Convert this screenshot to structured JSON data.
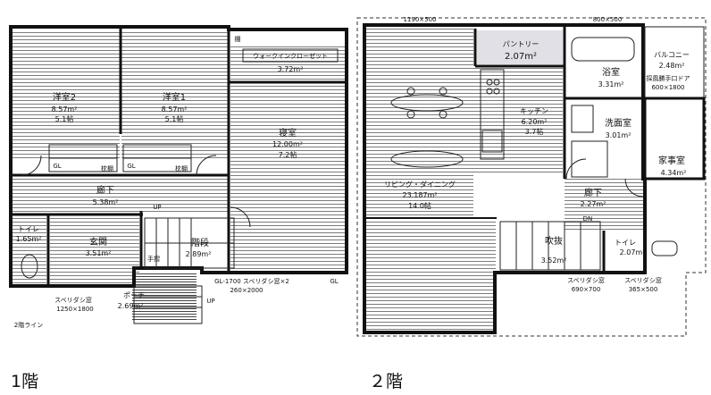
{
  "floor1": {
    "caption": "1階",
    "rooms": [
      {
        "name": "洋室2",
        "area": "8.57m²",
        "tatami": "5.1帖"
      },
      {
        "name": "洋室1",
        "area": "8.57m²",
        "tatami": "5.1帖"
      },
      {
        "name": "寝室",
        "area": "12.00m²",
        "tatami": "7.2帖"
      },
      {
        "name": "ウォークインクローゼット",
        "area": "3.72m²"
      },
      {
        "name": "廊下",
        "area": "5.38m²"
      },
      {
        "name": "トイレ",
        "area": "1.65m²"
      },
      {
        "name": "玄関",
        "area": "3.51m²"
      },
      {
        "name": "階段",
        "area": "2.89m²"
      },
      {
        "name": "ポーチ",
        "area": "2.69m²"
      }
    ],
    "notes": {
      "tana": "棚",
      "gl": "GL",
      "makura": "枕棚",
      "up1": "UP",
      "up2": "UP",
      "tesuri": "手摺",
      "window": "GL-1700 スベリダシ窓×2",
      "window_size": "260×2000",
      "entrance_window": "スベリダシ窓",
      "entrance_window_size": "1250×1800",
      "gl_right": "GL",
      "line2f": "2階ライン"
    }
  },
  "floor2": {
    "caption": "２階",
    "rooms": [
      {
        "name": "パントリー",
        "area": "2.07m²"
      },
      {
        "name": "浴室",
        "area": "3.31m²"
      },
      {
        "name": "バルコニー",
        "area": "2.48m²"
      },
      {
        "name": "キッチン",
        "area": "6.20m²",
        "tatami": "3.7帖"
      },
      {
        "name": "洗面室",
        "area": "3.01m²"
      },
      {
        "name": "家事室",
        "area": "4.34m²"
      },
      {
        "name": "リビング・ダイニング",
        "area": "23.187m²",
        "tatami": "14.0帖"
      },
      {
        "name": "廊下",
        "area": "2.27m²"
      },
      {
        "name": "吹抜",
        "area": "3.52m²"
      },
      {
        "name": "トイレ",
        "area": "2.07m²"
      }
    ],
    "notes": {
      "top_dim": "1190×500",
      "top_dim2": "800×500",
      "balcony_rail": "採風勝手口ドア",
      "balcony_size": "600×1800",
      "dn": "DN",
      "win1": "スベリダシ窓",
      "win1_size": "690×700",
      "win2": "スベリダシ窓",
      "win2_size": "365×500"
    }
  }
}
